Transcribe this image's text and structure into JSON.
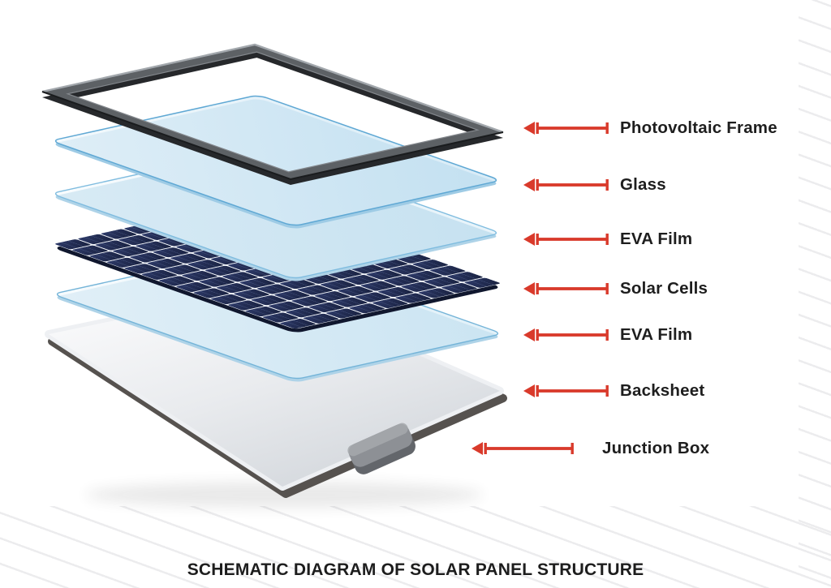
{
  "title": "SCHEMATIC DIAGRAM OF SOLAR PANEL STRUCTURE",
  "layers": [
    {
      "label": "Photovoltaic Frame"
    },
    {
      "label": "Glass"
    },
    {
      "label": "EVA Film"
    },
    {
      "label": "Solar Cells"
    },
    {
      "label": "EVA Film"
    },
    {
      "label": "Backsheet"
    },
    {
      "label": "Junction Box"
    }
  ],
  "colors": {
    "arrow_red": "#d93a2b",
    "label_text": "#1e1e1e",
    "glass_edge_blue": "#66abd2",
    "glass_fill_blue": "#dcedf7",
    "solar_cell_navy": "#232c52",
    "frame_gray": "#5d6165",
    "backsheet_gray": "#d7dbe0",
    "hatch_gray": "#ececee"
  }
}
